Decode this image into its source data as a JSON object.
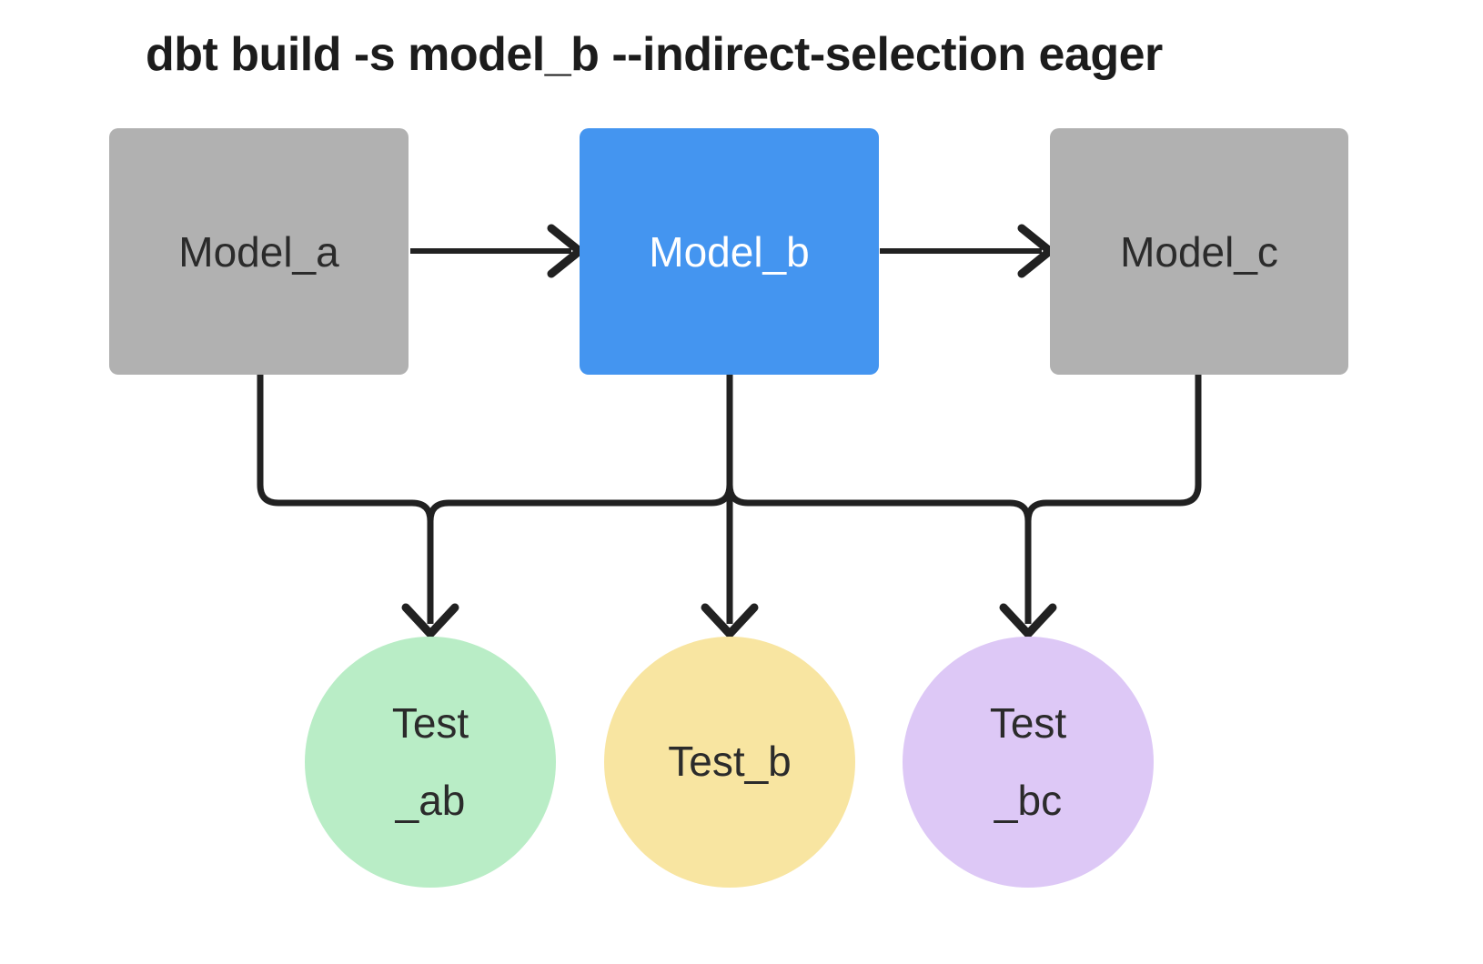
{
  "title": "dbt build -s model_b --indirect-selection eager",
  "nodes": {
    "model_a": {
      "label": "Model_a",
      "shape": "rect",
      "selected": false
    },
    "model_b": {
      "label": "Model_b",
      "shape": "rect",
      "selected": true
    },
    "model_c": {
      "label": "Model_c",
      "shape": "rect",
      "selected": false
    },
    "test_ab": {
      "line1": "Test",
      "line2": "_ab",
      "shape": "circle"
    },
    "test_b": {
      "line1": "Test_b",
      "line2": "",
      "shape": "circle"
    },
    "test_bc": {
      "line1": "Test",
      "line2": "_bc",
      "shape": "circle"
    }
  },
  "edges": [
    {
      "from": "model_a",
      "to": "model_b"
    },
    {
      "from": "model_b",
      "to": "model_c"
    },
    {
      "from": "model_a",
      "to": "test_ab"
    },
    {
      "from": "model_b",
      "to": "test_ab"
    },
    {
      "from": "model_b",
      "to": "test_b"
    },
    {
      "from": "model_b",
      "to": "test_bc"
    },
    {
      "from": "model_c",
      "to": "test_bc"
    }
  ],
  "colors": {
    "model_default_fill": "#b1b1b1",
    "model_selected_fill": "#4495f0",
    "model_text": "#2b2b2b",
    "model_selected_text": "#ffffff",
    "test_ab_fill": "#b9edc6",
    "test_b_fill": "#f8e5a1",
    "test_bc_fill": "#ddc8f6",
    "edge": "#212121",
    "title_text": "#1c1c1c",
    "background": "#ffffff"
  }
}
